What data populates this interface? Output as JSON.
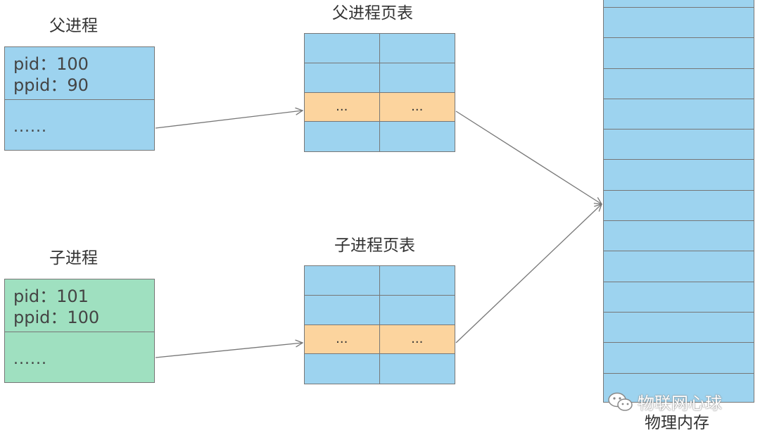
{
  "parent": {
    "title": "父进程",
    "pid_line": "pid：100",
    "ppid_line": "ppid：90",
    "more": "......"
  },
  "child": {
    "title": "子进程",
    "pid_line": "pid：101",
    "ppid_line": "ppid：100",
    "more": "......"
  },
  "parent_table": {
    "title": "父进程页表",
    "cells": [
      "",
      "",
      "",
      "",
      "...",
      "...",
      "",
      ""
    ]
  },
  "child_table": {
    "title": "子进程页表",
    "cells": [
      "",
      "",
      "",
      "",
      "...",
      "...",
      "",
      ""
    ]
  },
  "physical_memory": {
    "title": "物理内存"
  },
  "watermark": {
    "icon": "wechat-icon",
    "text": "物联网心球"
  },
  "colors": {
    "pcb_parent": "#9dd3ef",
    "pcb_child": "#9fe0c0",
    "table_cell": "#9dd3ef",
    "table_highlight": "#fcd49e",
    "memory": "#9dd3ef",
    "line": "#777777"
  }
}
